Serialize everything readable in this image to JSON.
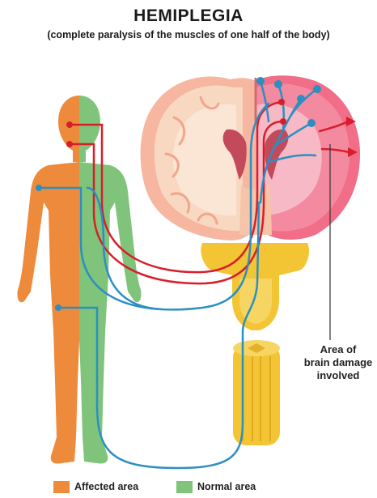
{
  "title": "HEMIPLEGIA",
  "subtitle": "(complete paralysis of the muscles of one half of the body)",
  "callout": {
    "line1": "Area of",
    "line2": "brain damage",
    "line3": "involved"
  },
  "legend": {
    "affected_label": "Affected area",
    "normal_label": "Normal area"
  },
  "colors": {
    "affected": "#ee8a3c",
    "normal": "#7fc47a",
    "motor_nerve": "#d81e2a",
    "sensory_nerve": "#2b8fc2",
    "brain_damage": "#ee6a80",
    "brainstem": "#f2c02c"
  }
}
